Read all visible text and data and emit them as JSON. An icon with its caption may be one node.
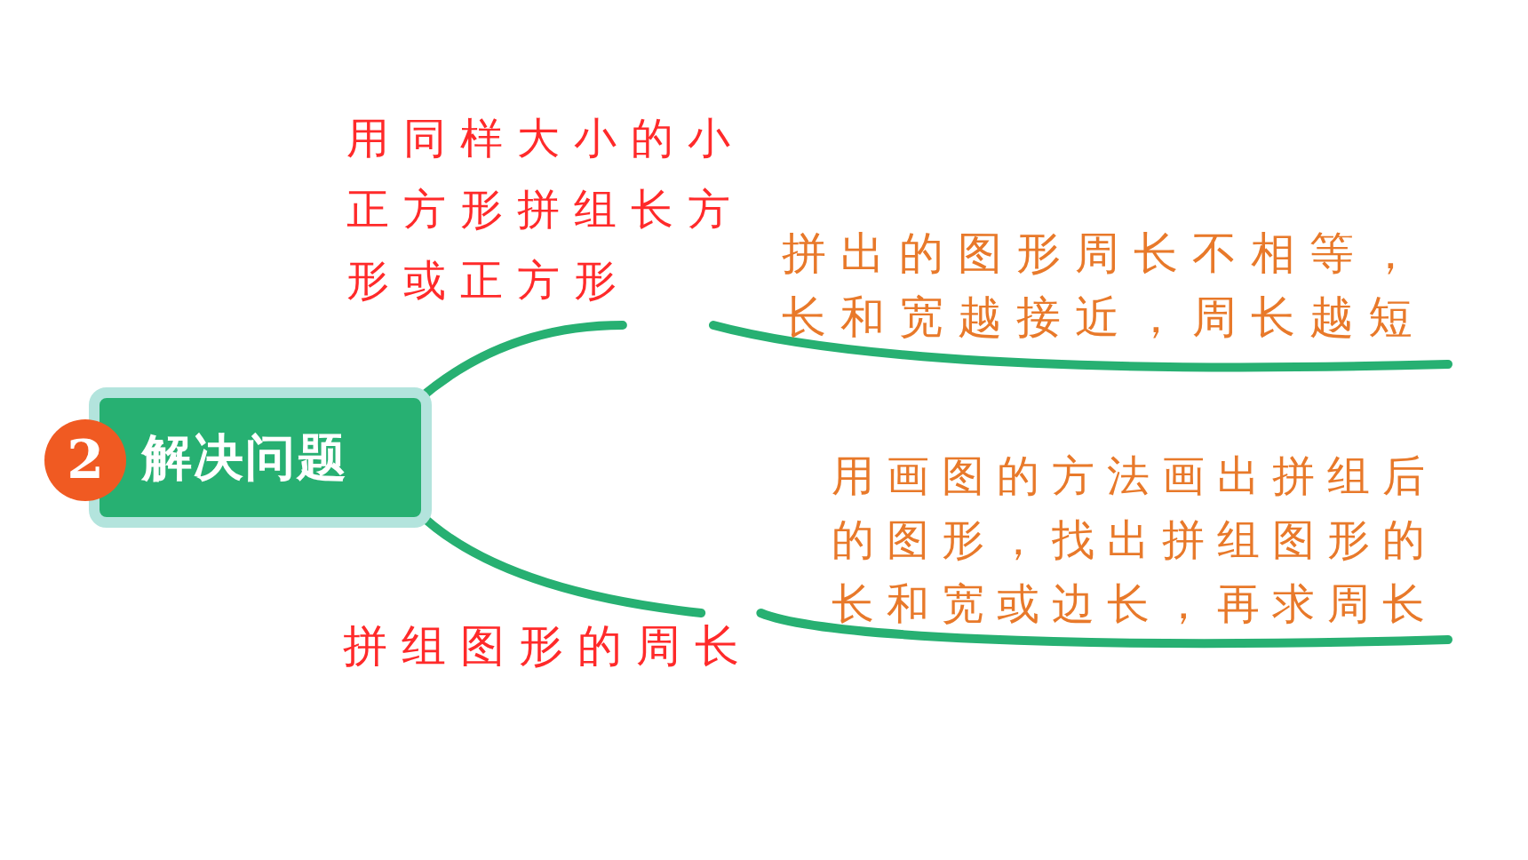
{
  "diagram": {
    "nodes": [
      {
        "text": [
          "解决问题"
        ]
      },
      {
        "text": [
          "2"
        ]
      },
      {
        "text": [
          "用同样大小的小正方形拼组长方形或正方形"
        ]
      },
      {
        "text": [
          "拼出的图形周长不相等，长和宽越接近，周长越短"
        ]
      },
      {
        "text": [
          "拼组图形的周长"
        ]
      },
      {
        "text": [
          "用画图的方法画出拼组后的图形，找出拼组图形的长和宽或边长，再求周长"
        ]
      }
    ],
    "edges": [
      {
        "from": 0,
        "to": 2,
        "arrow": "none"
      },
      {
        "from": 2,
        "to": 3,
        "arrow": "none"
      },
      {
        "from": 0,
        "to": 4,
        "arrow": "none"
      },
      {
        "from": 4,
        "to": 5,
        "arrow": "none"
      }
    ]
  }
}
